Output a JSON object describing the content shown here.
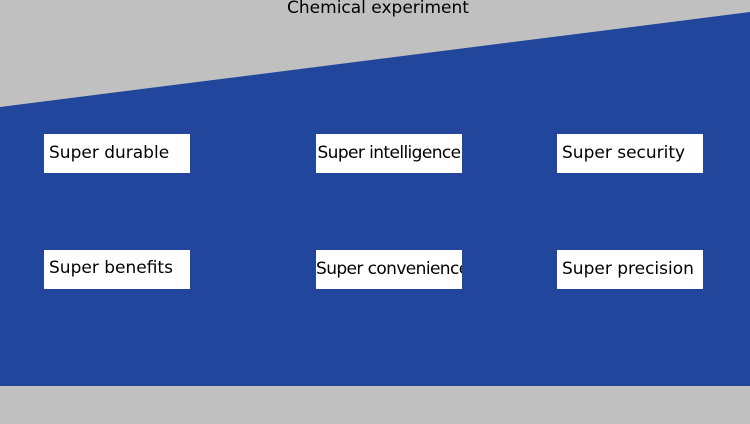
{
  "title": "Chemical experiment",
  "colors": {
    "background": "#c0c0c0",
    "panel": "#21469b",
    "card": "#ffffff"
  },
  "items": [
    {
      "label": "Super durable"
    },
    {
      "label": "Super intelligence"
    },
    {
      "label": "Super security"
    },
    {
      "label": "Super benefits"
    },
    {
      "label": "Super convenience"
    },
    {
      "label": "Super precision"
    }
  ]
}
